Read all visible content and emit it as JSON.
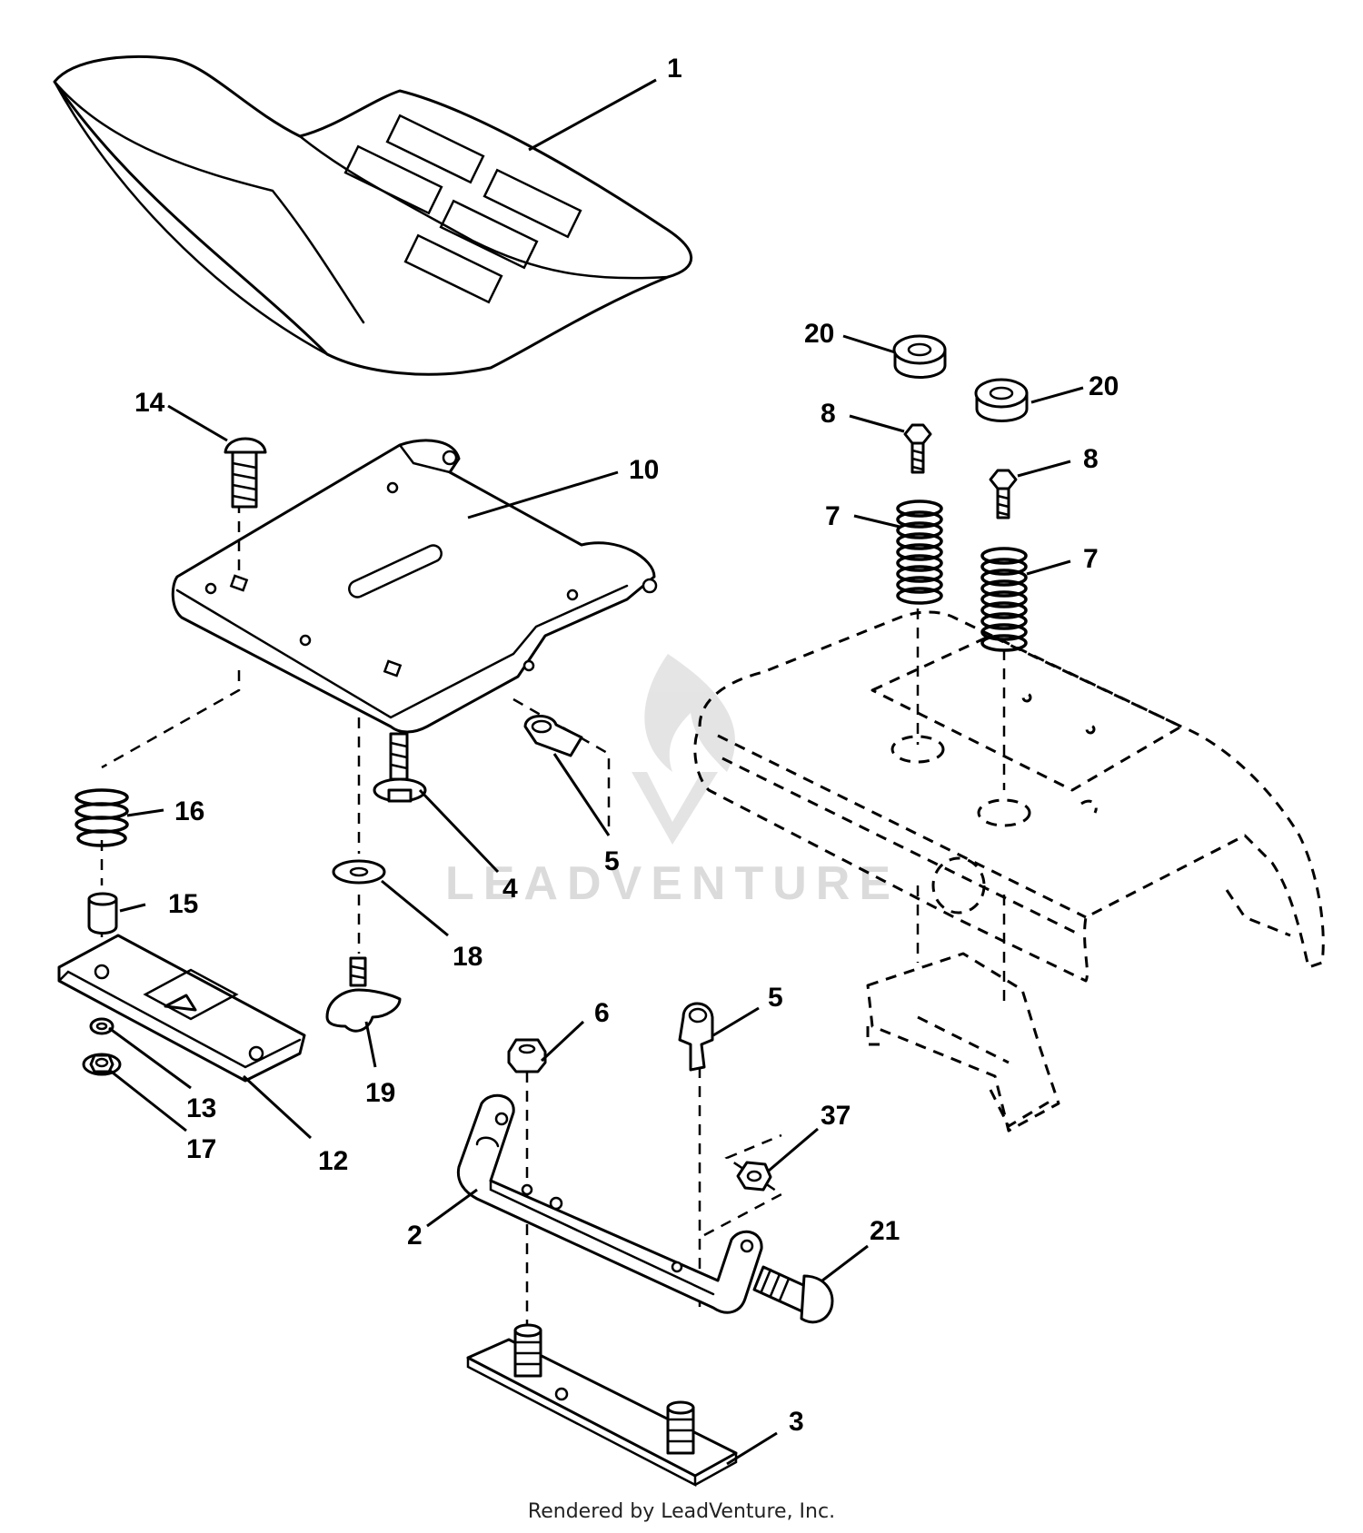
{
  "diagram": {
    "callouts": [
      {
        "id": "c1",
        "label": "1",
        "part": "seat"
      },
      {
        "id": "c2",
        "label": "2",
        "part": "seat-pivot-bracket"
      },
      {
        "id": "c3",
        "label": "3",
        "part": "bottom-plate"
      },
      {
        "id": "c4",
        "label": "4",
        "part": "shoulder-screw"
      },
      {
        "id": "c5a",
        "label": "5",
        "part": "clip-upper"
      },
      {
        "id": "c5b",
        "label": "5",
        "part": "clip-lower"
      },
      {
        "id": "c6",
        "label": "6",
        "part": "lock-nut"
      },
      {
        "id": "c7a",
        "label": "7",
        "part": "spring-left"
      },
      {
        "id": "c7b",
        "label": "7",
        "part": "spring-right"
      },
      {
        "id": "c8a",
        "label": "8",
        "part": "bolt-left"
      },
      {
        "id": "c8b",
        "label": "8",
        "part": "bolt-right"
      },
      {
        "id": "c10",
        "label": "10",
        "part": "seat-pan"
      },
      {
        "id": "c12",
        "label": "12",
        "part": "slide-plate"
      },
      {
        "id": "c13",
        "label": "13",
        "part": "nut-small"
      },
      {
        "id": "c14",
        "label": "14",
        "part": "carriage-bolt"
      },
      {
        "id": "c15",
        "label": "15",
        "part": "spacer"
      },
      {
        "id": "c16",
        "label": "16",
        "part": "small-spring"
      },
      {
        "id": "c17",
        "label": "17",
        "part": "flange-nut"
      },
      {
        "id": "c18",
        "label": "18",
        "part": "washer"
      },
      {
        "id": "c19",
        "label": "19",
        "part": "knob"
      },
      {
        "id": "c20a",
        "label": "20",
        "part": "bushing-left"
      },
      {
        "id": "c20b",
        "label": "20",
        "part": "bushing-right"
      },
      {
        "id": "c21",
        "label": "21",
        "part": "bolt-21"
      },
      {
        "id": "c37",
        "label": "37",
        "part": "nut-37"
      }
    ]
  },
  "watermark": {
    "brand": "LEADVENTURE"
  },
  "footer": {
    "text": "Rendered by LeadVenture, Inc."
  }
}
